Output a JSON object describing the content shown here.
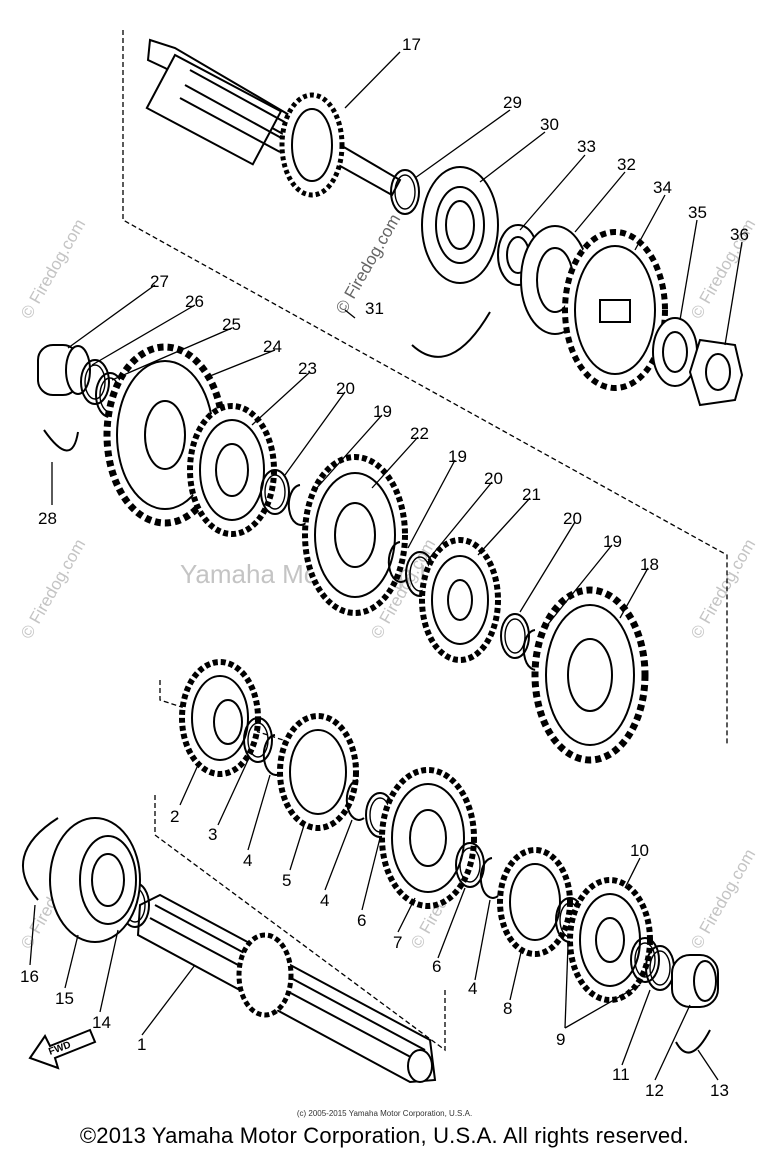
{
  "diagram": {
    "part_numbers": [
      "1",
      "2",
      "3",
      "4",
      "5",
      "6",
      "7",
      "8",
      "9",
      "10",
      "11",
      "12",
      "13",
      "14",
      "15",
      "16",
      "17",
      "18",
      "19",
      "20",
      "21",
      "22",
      "23",
      "24",
      "25",
      "26",
      "27",
      "28",
      "29",
      "30",
      "31",
      "32",
      "33",
      "34",
      "35",
      "36"
    ],
    "callouts": [
      {
        "text": "17"
      },
      {
        "text": "29"
      },
      {
        "text": "30"
      },
      {
        "text": "33"
      },
      {
        "text": "32"
      },
      {
        "text": "34"
      },
      {
        "text": "35"
      },
      {
        "text": "36"
      },
      {
        "text": "31"
      },
      {
        "text": "27"
      },
      {
        "text": "26"
      },
      {
        "text": "25"
      },
      {
        "text": "24"
      },
      {
        "text": "23"
      },
      {
        "text": "20"
      },
      {
        "text": "19"
      },
      {
        "text": "22"
      },
      {
        "text": "19"
      },
      {
        "text": "20"
      },
      {
        "text": "21"
      },
      {
        "text": "20"
      },
      {
        "text": "19"
      },
      {
        "text": "18"
      },
      {
        "text": "28"
      },
      {
        "text": "2"
      },
      {
        "text": "3"
      },
      {
        "text": "4"
      },
      {
        "text": "5"
      },
      {
        "text": "4"
      },
      {
        "text": "6"
      },
      {
        "text": "7"
      },
      {
        "text": "6"
      },
      {
        "text": "4"
      },
      {
        "text": "8"
      },
      {
        "text": "10"
      },
      {
        "text": "9"
      },
      {
        "text": "11"
      },
      {
        "text": "12"
      },
      {
        "text": "13"
      },
      {
        "text": "16"
      },
      {
        "text": "15"
      },
      {
        "text": "14"
      },
      {
        "text": "1"
      }
    ],
    "fwd_label": "FWD"
  },
  "watermarks": {
    "site": "© Firedog.com",
    "center": "Yamaha Motor Corp U.S.A"
  },
  "footer": {
    "small_copyright": "(c) 2005-2015 Yamaha Motor Corporation, U.S.A.",
    "main_copyright": "©2013 Yamaha Motor Corporation, U.S.A. All rights reserved."
  }
}
